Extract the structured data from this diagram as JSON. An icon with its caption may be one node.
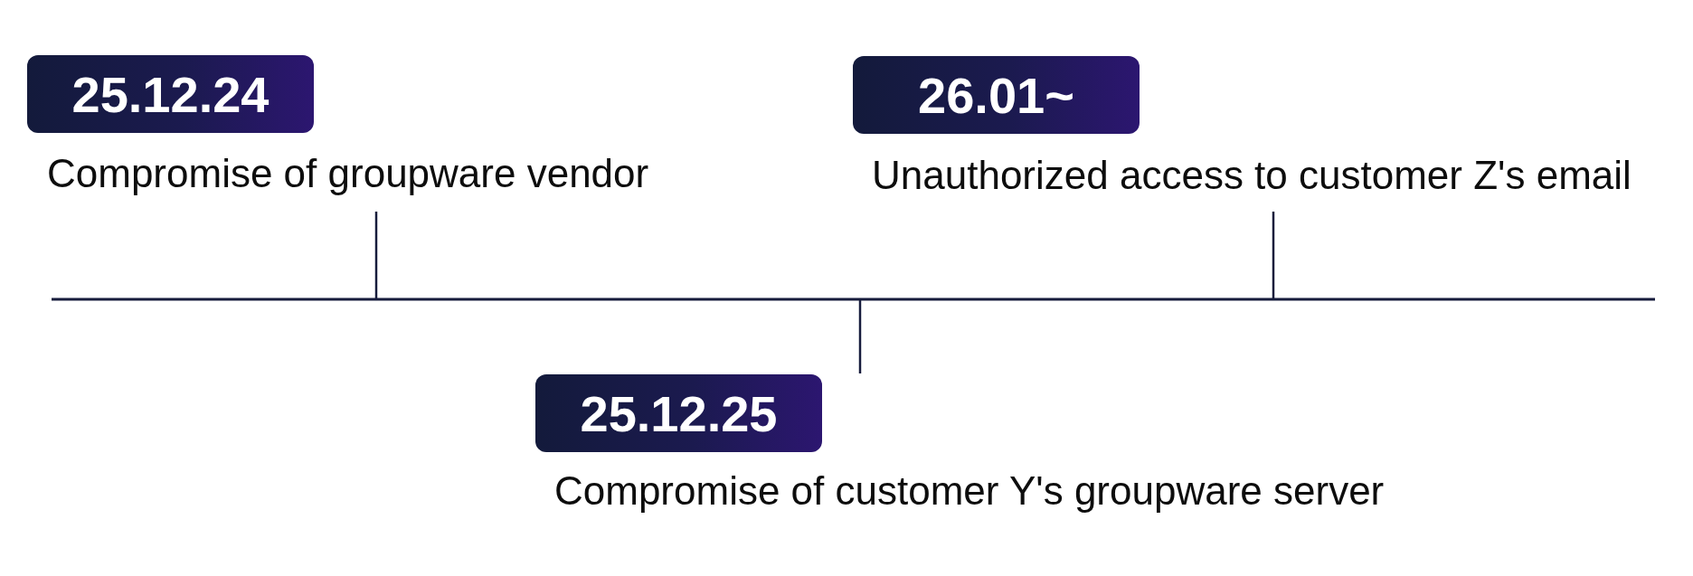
{
  "diagram": {
    "nodes": [
      {
        "text": [
          "25.12.24"
        ],
        "beside": [
          "Compromise of groupware vendor"
        ]
      },
      {
        "text": [
          "25.12.25"
        ],
        "beside": [
          "Compromise of customer Y's groupware server"
        ]
      },
      {
        "text": [
          "26.01~"
        ],
        "beside": [
          "Unauthorized access to customer Z's email"
        ]
      }
    ]
  }
}
